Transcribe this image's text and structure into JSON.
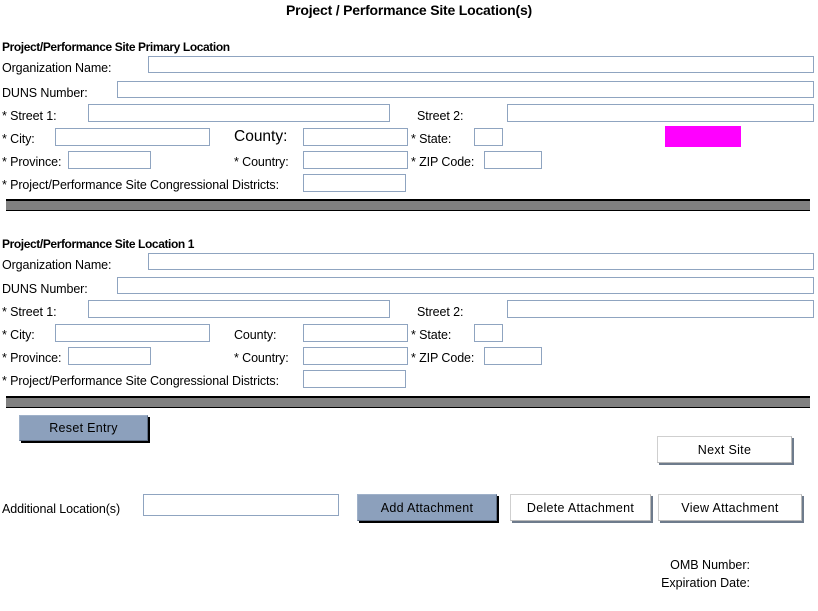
{
  "form": {
    "title": "Project / Performance Site Location(s)"
  },
  "sections": [
    {
      "heading": "Project/Performance Site Primary Location",
      "fields": {
        "organization_name_label": "Organization Name:",
        "organization_name_value": "",
        "duns_label": "DUNS Number:",
        "duns_value": "",
        "street1_label": "* Street 1:",
        "street1_value": "",
        "street2_label": "Street 2:",
        "street2_value": "",
        "city_label": "* City:",
        "city_value": "",
        "county_label": "County:",
        "county_value": "",
        "state_label": "* State:",
        "state_value": "",
        "province_label": "* Province:",
        "province_value": "",
        "country_label": "* Country:",
        "country_value": "",
        "zip_label": "* ZIP Code:",
        "zip_value": "",
        "districts_label": "* Project/Performance Site Congressional Districts:",
        "districts_value": ""
      }
    },
    {
      "heading": "Project/Performance Site Location 1",
      "fields": {
        "organization_name_label": "Organization Name:",
        "organization_name_value": "",
        "duns_label": "DUNS Number:",
        "duns_value": "",
        "street1_label": "* Street 1:",
        "street1_value": "",
        "street2_label": "Street 2:",
        "street2_value": "",
        "city_label": "* City:",
        "city_value": "",
        "county_label": "County:",
        "county_value": "",
        "state_label": "* State:",
        "state_value": "",
        "province_label": "* Province:",
        "province_value": "",
        "country_label": "* Country:",
        "country_value": "",
        "zip_label": "* ZIP Code:",
        "zip_value": "",
        "districts_label": "* Project/Performance Site Congressional Districts:",
        "districts_value": ""
      }
    }
  ],
  "buttons": {
    "reset_entry": "Reset Entry",
    "next_site": "Next Site",
    "add_attachment": "Add Attachment",
    "delete_attachment": "Delete Attachment",
    "view_attachment": "View  Attachment"
  },
  "additional": {
    "label": "Additional Location(s)",
    "value": ""
  },
  "footer": {
    "omb_number_label": "OMB Number:",
    "expiration_date_label": "Expiration Date:"
  },
  "colors": {
    "button_blue": "#8ca0bc",
    "separator_gray": "#808080",
    "field_border": "#8fa4c0",
    "highlight_magenta": "#ff00ff"
  }
}
